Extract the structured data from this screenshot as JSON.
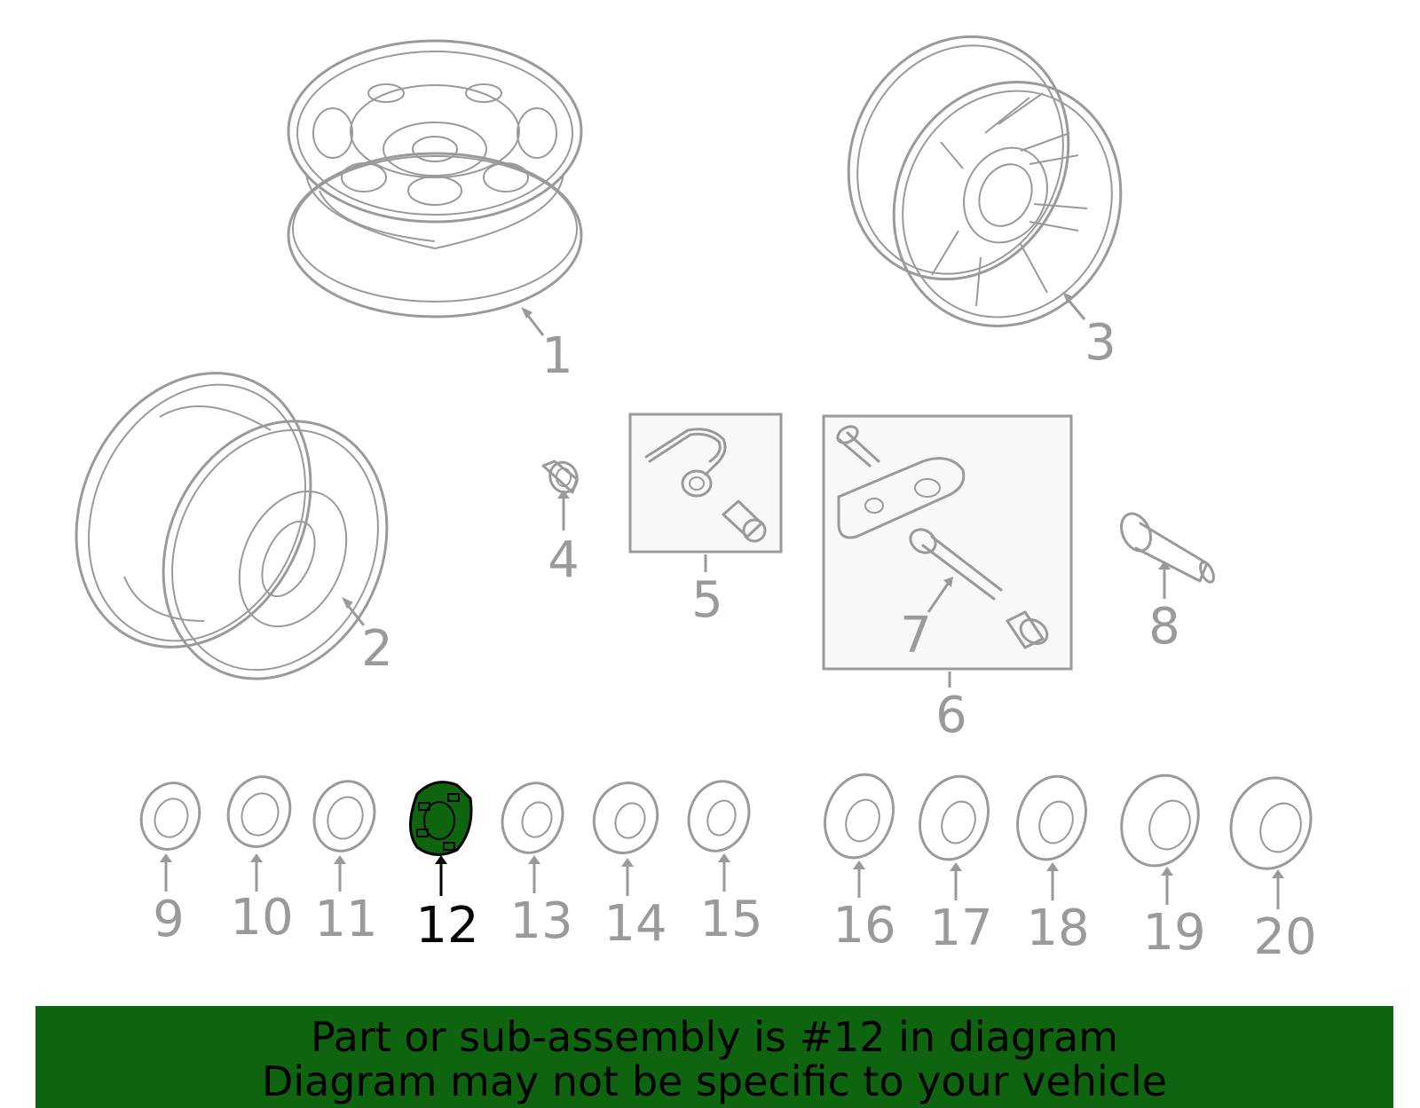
{
  "callouts": [
    {
      "id": "1",
      "label": "1"
    },
    {
      "id": "2",
      "label": "2"
    },
    {
      "id": "3",
      "label": "3"
    },
    {
      "id": "4",
      "label": "4"
    },
    {
      "id": "5",
      "label": "5"
    },
    {
      "id": "6",
      "label": "6"
    },
    {
      "id": "7",
      "label": "7"
    },
    {
      "id": "8",
      "label": "8"
    },
    {
      "id": "9",
      "label": "9"
    },
    {
      "id": "10",
      "label": "10"
    },
    {
      "id": "11",
      "label": "11"
    },
    {
      "id": "12",
      "label": "12"
    },
    {
      "id": "13",
      "label": "13"
    },
    {
      "id": "14",
      "label": "14"
    },
    {
      "id": "15",
      "label": "15"
    },
    {
      "id": "16",
      "label": "16"
    },
    {
      "id": "17",
      "label": "17"
    },
    {
      "id": "18",
      "label": "18"
    },
    {
      "id": "19",
      "label": "19"
    },
    {
      "id": "20",
      "label": "20"
    }
  ],
  "highlighted_part": "12",
  "colors": {
    "line": "#9a9a9a",
    "highlight_fill": "#0f640f",
    "highlight_text": "#000000",
    "banner_bg": "#0f640f"
  },
  "banner": {
    "line1": "Part or sub-assembly is #12 in diagram",
    "line2": "Diagram may not be specific to your vehicle"
  }
}
